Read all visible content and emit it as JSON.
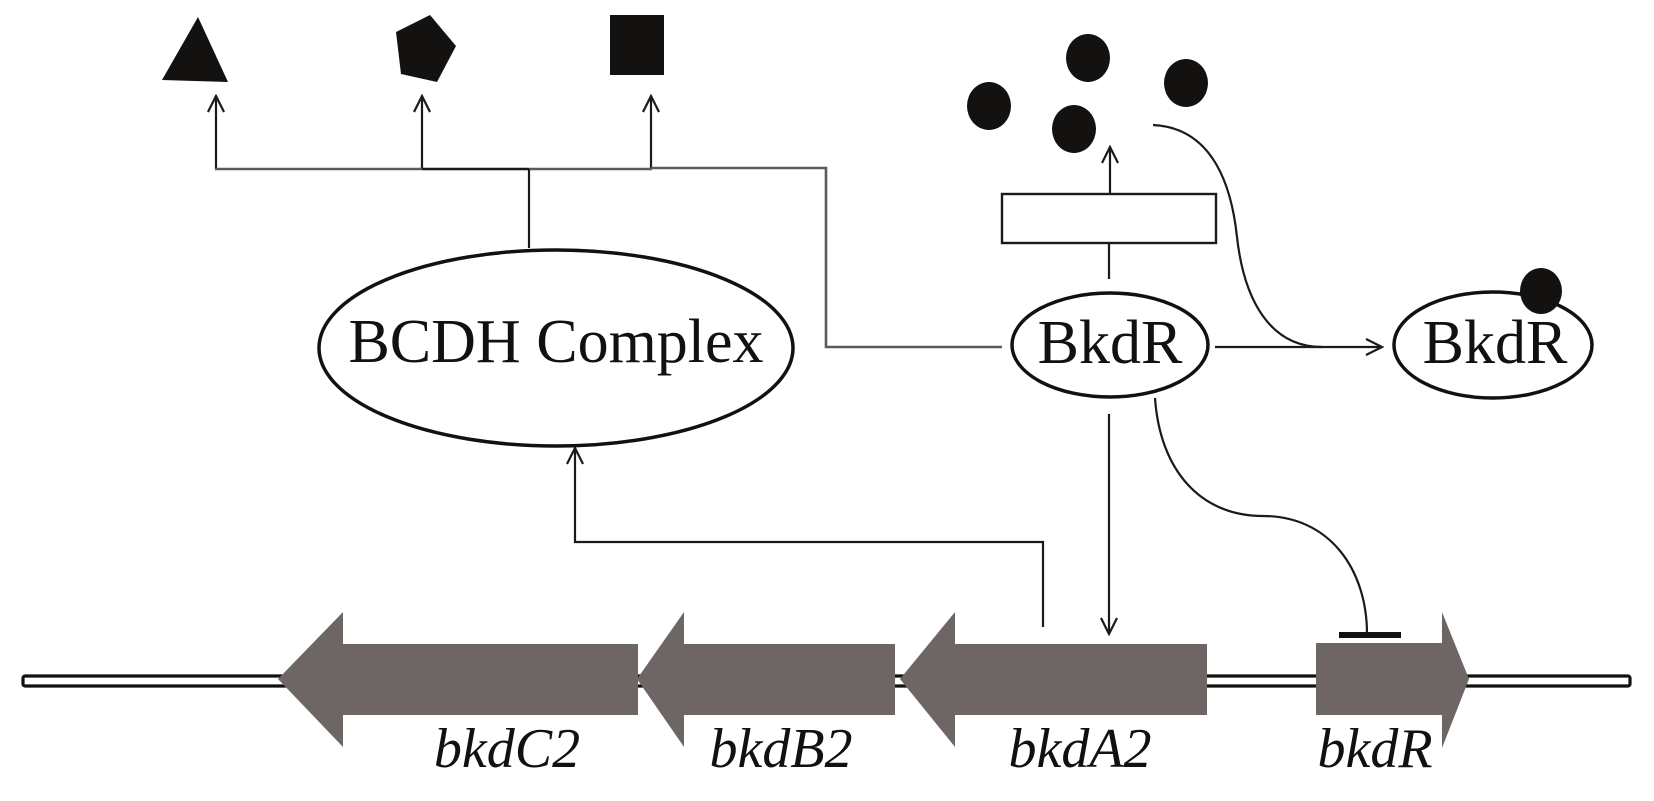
{
  "diagram": {
    "type": "regulatory-pathway",
    "nodes": {
      "bcdh_complex": {
        "label": "BCDH Complex",
        "shape": "ellipse"
      },
      "bkdr_free": {
        "label": "BkdR",
        "shape": "ellipse"
      },
      "bkdr_bound": {
        "label": "BkdR",
        "shape": "ellipse",
        "bound_ligand": "black-circle"
      },
      "transporter": {
        "label": "",
        "shape": "rectangle"
      }
    },
    "products": [
      {
        "name": "triangle-product",
        "shape": "triangle"
      },
      {
        "name": "pentagon-product",
        "shape": "pentagon"
      },
      {
        "name": "square-product",
        "shape": "square"
      }
    ],
    "ligand_molecules": {
      "count": 4,
      "shape": "circle"
    },
    "genes": [
      {
        "label": "bkdC2",
        "direction": "left"
      },
      {
        "label": "bkdB2",
        "direction": "left"
      },
      {
        "label": "bkdA2",
        "direction": "left"
      },
      {
        "label": "bkdR",
        "direction": "right"
      }
    ],
    "edges": [
      {
        "from": "BCDH Complex",
        "to": "products",
        "type": "activation"
      },
      {
        "from": "BkdR",
        "to": "products",
        "type": "connection"
      },
      {
        "from": "BkdR",
        "to": "transporter",
        "type": "connection"
      },
      {
        "from": "transporter",
        "to": "ligand_molecules",
        "type": "activation"
      },
      {
        "from": "BkdR",
        "to": "BkdR-ligand",
        "type": "activation"
      },
      {
        "from": "ligand_molecules",
        "to": "BkdR-ligand",
        "type": "binding"
      },
      {
        "from": "BkdR",
        "to": "bkdA2",
        "type": "activation"
      },
      {
        "from": "BkdR",
        "to": "bkdR",
        "type": "repression"
      },
      {
        "from": "bkdA2",
        "to": "BCDH Complex",
        "type": "activation"
      }
    ],
    "colors": {
      "gene_fill": "#6e6664",
      "line": "#1a1a1a",
      "metabolite": "#141210"
    }
  }
}
